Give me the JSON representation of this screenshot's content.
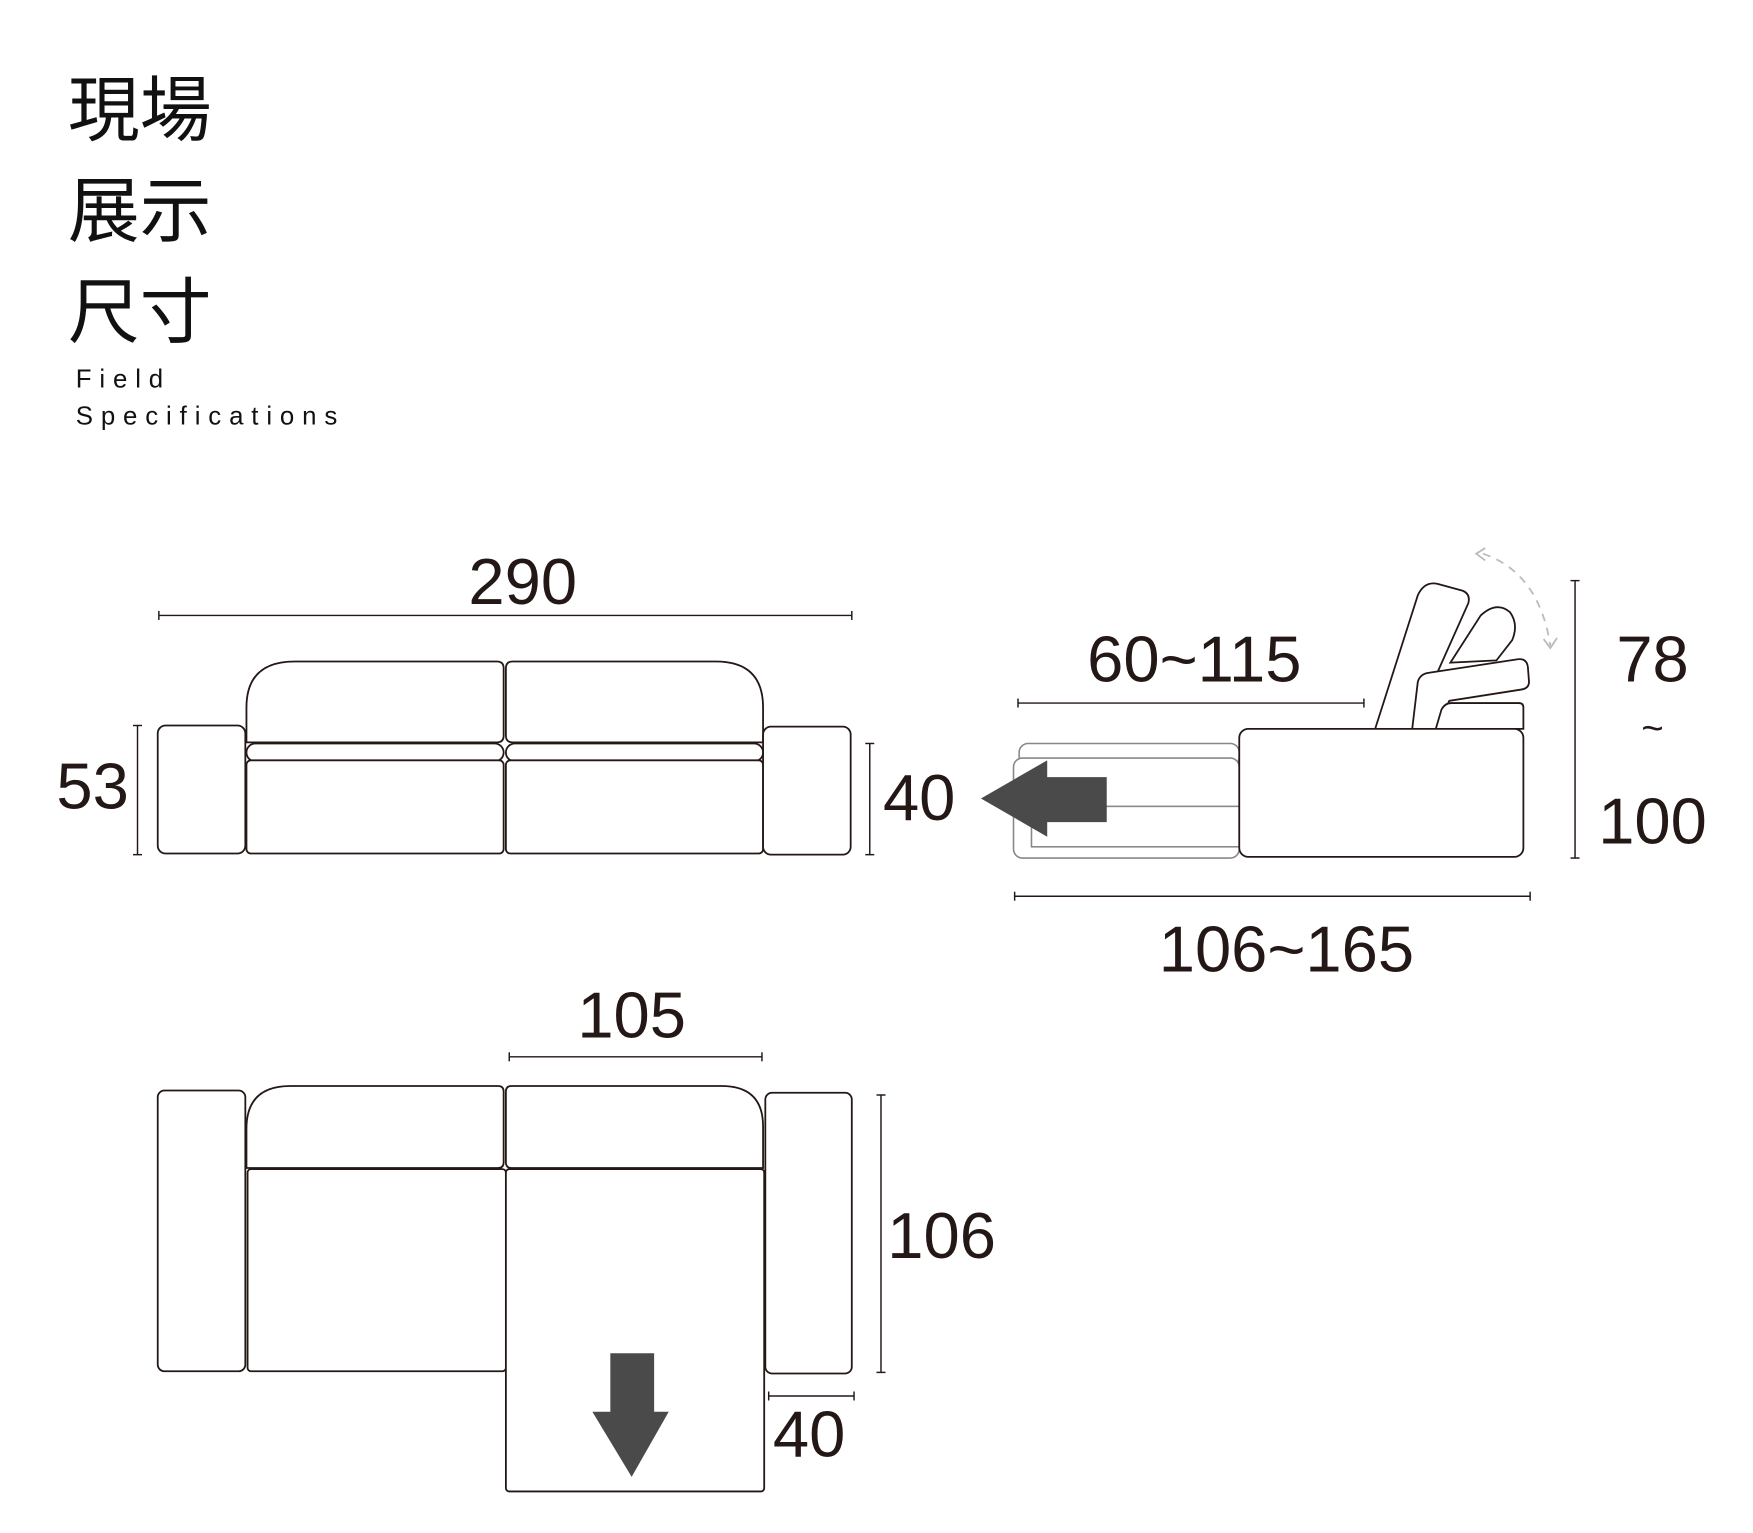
{
  "title": {
    "line1": "現場",
    "line2": "展示",
    "line3": "尺寸",
    "en_line1": "Field",
    "en_line2": "Specifications"
  },
  "front_view": {
    "width": "290",
    "height": "53",
    "seat_height": "40"
  },
  "side_view": {
    "extension": "60~115",
    "depth": "106~165",
    "height_min": "78",
    "tilde": "~",
    "height_max": "100"
  },
  "top_view": {
    "seat_width": "105",
    "depth": "106",
    "arm_width": "40"
  },
  "colors": {
    "ink": "#231815",
    "arrow": "#4a4a4a",
    "ghost": "#888888"
  }
}
